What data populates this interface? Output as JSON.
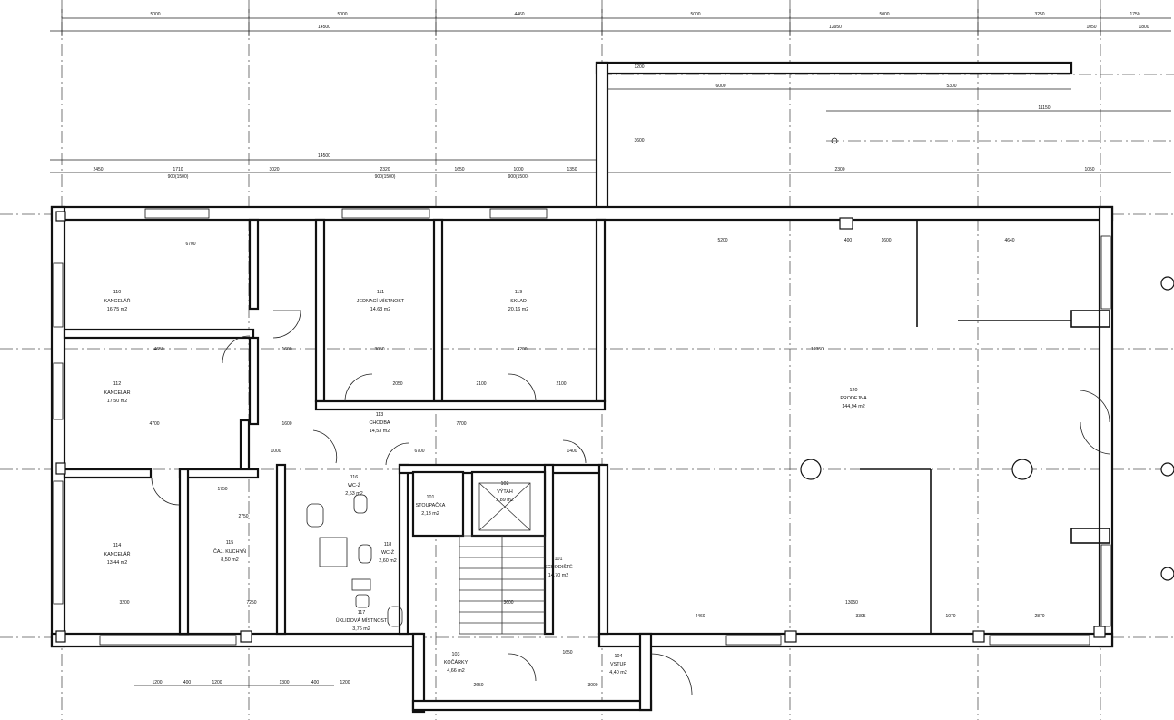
{
  "rooms": [
    {
      "number": "110",
      "name": "KANCELÁŘ",
      "area": "16,75 m2"
    },
    {
      "number": "111",
      "name": "JEDNACÍ MÍSTNOST",
      "area": "14,63 m2"
    },
    {
      "number": "119",
      "name": "SKLAD",
      "area": "20,16 m2"
    },
    {
      "number": "112",
      "name": "KANCELÁŘ",
      "area": "17,50 m2"
    },
    {
      "number": "113",
      "name": "CHODBA",
      "area": "14,53 m2"
    },
    {
      "number": "120",
      "name": "PRODEJNA",
      "area": "144,94 m2"
    },
    {
      "number": "114",
      "name": "KANCELÁŘ",
      "area": "13,44 m2"
    },
    {
      "number": "115",
      "name": "ČAJ. KUCHYŇ",
      "area": "8,50 m2"
    },
    {
      "number": "116",
      "name": "WC-Ž",
      "area": "2,63 m2"
    },
    {
      "number": "118",
      "name": "WC-Ž",
      "area": "2,60 m2"
    },
    {
      "number": "117",
      "name": "ÚKLIDOVÁ MÍSTNOST",
      "area": "3,76 m2"
    },
    {
      "number": "101",
      "name": "STOUPAČKA",
      "area": "2,13 m2"
    },
    {
      "number": "102",
      "name": "VÝTAH",
      "area": "2,89 m2"
    },
    {
      "number": "101",
      "name": "SCHODIŠTĚ",
      "area": "14,70 m2"
    },
    {
      "number": "103",
      "name": "KOČÁRKY",
      "area": "4,66 m2"
    },
    {
      "number": "104",
      "name": "VSTUP",
      "area": "4,40 m2"
    }
  ],
  "dims": {
    "top": [
      "5000",
      "5000",
      "4460",
      "5000",
      "5000",
      "3250",
      "1750"
    ],
    "top2": [
      "14500",
      "12950",
      "1050",
      "1800"
    ],
    "mid_total": "14500",
    "mid": [
      "2450",
      "1710",
      "3020",
      "2320",
      "1650",
      "1000",
      "1350"
    ],
    "mid_sub": [
      "900(1500)",
      "900(1500)",
      "900(1500)"
    ],
    "annex": [
      "6000",
      "5300",
      "11150",
      "2300",
      "1050",
      "3600",
      "1200"
    ],
    "bottom": [
      "1200",
      "400",
      "1200",
      "1300",
      "400",
      "1200"
    ],
    "interior": [
      "6700",
      "4650",
      "1600",
      "3050",
      "4200",
      "12350",
      "5200",
      "400",
      "1600",
      "4640",
      "4700",
      "1600",
      "7700",
      "6700",
      "1000",
      "2050",
      "2100",
      "2100",
      "1750",
      "2750",
      "3200",
      "7250",
      "4460",
      "3395",
      "1070",
      "2870",
      "13050",
      "3600",
      "1650",
      "2650",
      "3000",
      "1400"
    ]
  }
}
